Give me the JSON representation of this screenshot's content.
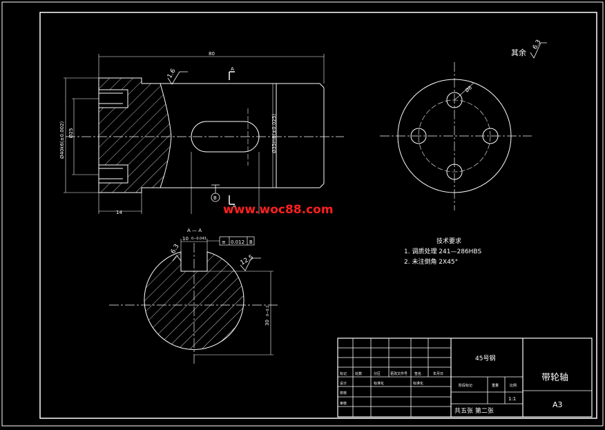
{
  "dims": {
    "length": "80",
    "right_len": "14",
    "dia_left": "Ø40k6(±0.002)",
    "dia_inner": "Ø25",
    "dia_right": "Ø35m6(±0.025)",
    "keyway_width": "10",
    "keyway_tol": "0−0.043",
    "depth": "30",
    "depth_tol": "0−0.2",
    "hole_dia": "Ø8"
  },
  "roughness": {
    "top": "1.6",
    "keyway": "6.3",
    "section": "12.5",
    "other_label": "其余",
    "other_value": "6.3"
  },
  "labels": {
    "section_marker": "A",
    "datum": "B",
    "section_title": "A — A",
    "watermark": "www.woc88.com",
    "tolerance_frame": [
      "≡",
      "0.012",
      "B"
    ]
  },
  "tech_req": {
    "title": "技术要求",
    "items": [
      "1.  调质处理  241—286HBS",
      "2.  未注倒角  2X45°"
    ]
  },
  "title_block": {
    "material": "45号钢",
    "part_name": "带轮轴",
    "sheet_size": "A3",
    "scale": "1:1",
    "sheets": "共五张  第二张",
    "headers": [
      "标记",
      "处数",
      "分区",
      "更改文件号",
      "签名",
      "年月日"
    ],
    "row_labels": [
      "设计",
      "校核",
      "审核"
    ],
    "std_labels": [
      "标准化",
      "标准化"
    ],
    "stage_labels": [
      "阶段标记",
      "重量",
      "比例"
    ]
  }
}
